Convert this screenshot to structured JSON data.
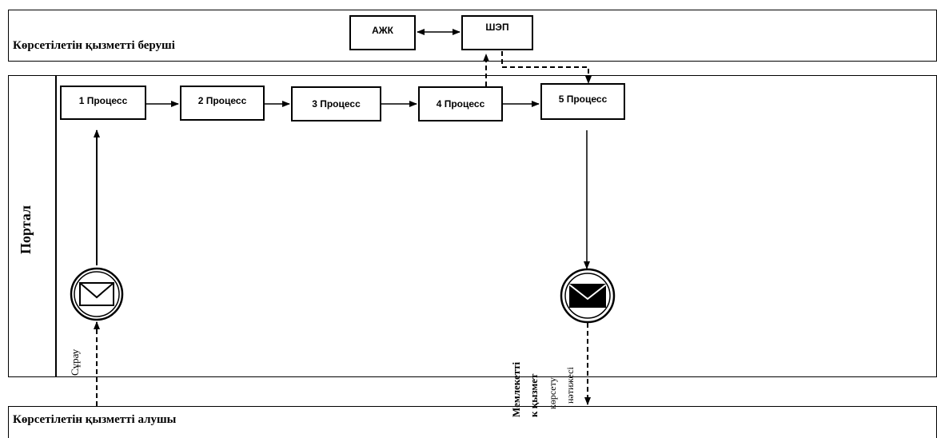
{
  "lanes": {
    "provider": "Көрсетілетін қызметті беруші",
    "portal": "Портал",
    "recipient": "Көрсетілетін қызметті алушы"
  },
  "systems": {
    "ajk": "АЖК",
    "shep": "ШЭП"
  },
  "processes": [
    "1 Процесс",
    "2 Процесс",
    "3 Процесс",
    "4 Процесс",
    "5 Процесс"
  ],
  "labels": {
    "request": "Сұрау",
    "result_line1": "Мемлекетті",
    "result_line2": "к қызмет",
    "result_line3": "көрсету",
    "result_line4": "нәтижесі"
  }
}
